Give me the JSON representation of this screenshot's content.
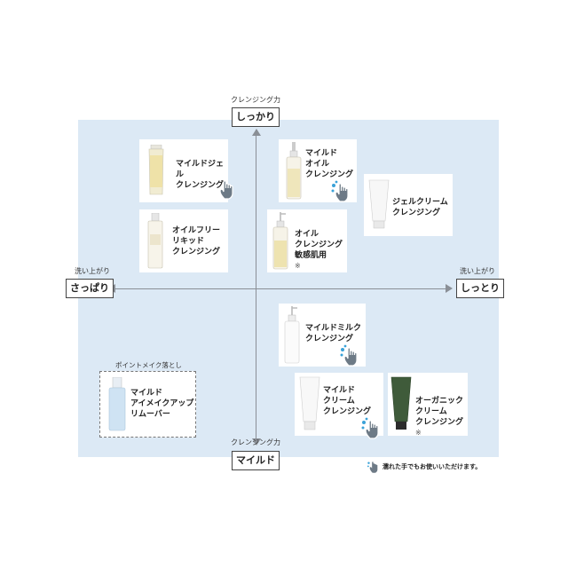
{
  "axes": {
    "top": {
      "caption": "クレンジング力",
      "label": "しっかり"
    },
    "bottom": {
      "caption": "クレンジング力",
      "label": "マイルド"
    },
    "left": {
      "caption": "洗い上がり",
      "label": "さっぱり"
    },
    "right": {
      "caption": "洗い上がり",
      "label": "しっとり"
    }
  },
  "products": [
    {
      "id": "mild-gel",
      "label": "マイルドジェル\nクレンジング",
      "wet_hands_ok": true
    },
    {
      "id": "mild-oil",
      "label": "マイルド\nオイル\nクレンジング",
      "wet_hands_ok": true
    },
    {
      "id": "gel-cream",
      "label": "ジェルクリーム\nクレンジング",
      "wet_hands_ok": false
    },
    {
      "id": "oil-free-liquid",
      "label": "オイルフリー\nリキッド\nクレンジング",
      "wet_hands_ok": false
    },
    {
      "id": "oil-sensitive",
      "label": "オイル\nクレンジング\n敏感肌用",
      "note": "※",
      "wet_hands_ok": false
    },
    {
      "id": "mild-milk",
      "label": "マイルドミルク\nクレンジング",
      "wet_hands_ok": true
    },
    {
      "id": "mild-cream",
      "label": "マイルド\nクリーム\nクレンジング",
      "wet_hands_ok": true
    },
    {
      "id": "organic-cream",
      "label": "オーガニック\nクリーム\nクレンジング",
      "note": "※",
      "wet_hands_ok": false
    },
    {
      "id": "eye-makeup-remover",
      "label": "マイルド\nアイメイクアップ\nリムーバー",
      "wet_hands_ok": false
    }
  ],
  "point_makeup_title": "ポイントメイク落とし",
  "legend": {
    "text": "濡れた手でもお使いいただけます。",
    "icon": "wet-hand-icon"
  },
  "colors": {
    "panel": "#dce9f5",
    "hand_fill": "#6d7a86",
    "water_drop": "#3aa2d8"
  }
}
